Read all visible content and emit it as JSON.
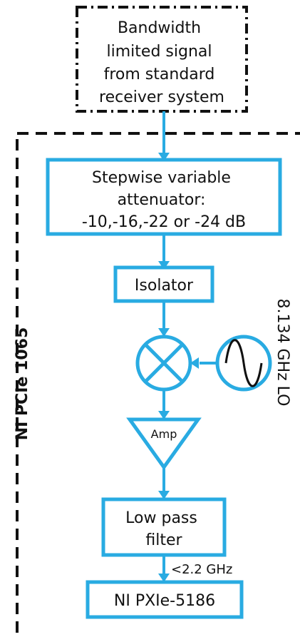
{
  "colors": {
    "accent": "#29abe2",
    "border": "#111111",
    "text": "#111111",
    "background": "#ffffff"
  },
  "blocks": {
    "source_signal": {
      "lines": [
        "Bandwidth",
        "limited signal",
        "from standard",
        "receiver system"
      ]
    },
    "attenuator": {
      "lines": [
        "Stepwise variable",
        "attenuator:",
        "-10,-16,-22 or -24 dB"
      ]
    },
    "isolator": {
      "label": "Isolator"
    },
    "mixer": {
      "icon": "mixer-icon"
    },
    "local_oscillator": {
      "icon": "sine-wave-icon",
      "label": "8.134 GHz LO"
    },
    "amplifier": {
      "label": "Amp"
    },
    "low_pass_filter": {
      "lines": [
        "Low pass",
        "filter"
      ]
    },
    "digitizer": {
      "label": "NI PXIe-5186"
    }
  },
  "enclosure": {
    "label": "NI PCIe 1065"
  },
  "edges": {
    "filter_to_digitizer": {
      "label": "<2.2 GHz"
    }
  }
}
